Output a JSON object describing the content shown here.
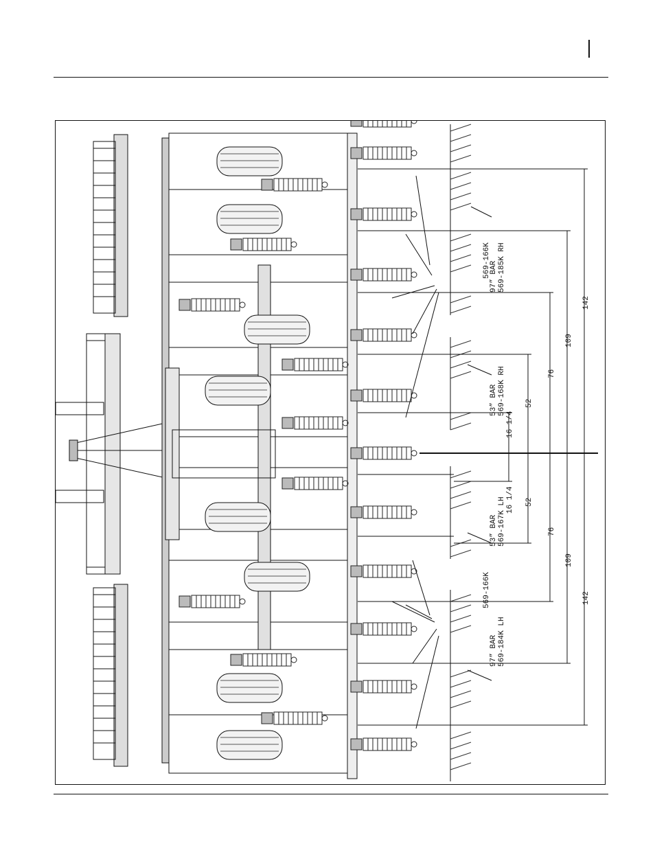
{
  "figure": {
    "labels": {
      "bar_97_rh": "97” BAR",
      "bar_97_rh_part": "569-185K RH",
      "bar_53_rh": "53” BAR",
      "bar_53_rh_part": "569-168K RH",
      "bar_53_lh": "53” BAR",
      "bar_53_lh_part": "569-167K LH",
      "bar_97_lh": "97” BAR",
      "bar_97_lh_part": "569-184K LH",
      "part_upper": "569-166K",
      "part_lower": "569-166K"
    },
    "dimensions": {
      "d142_top": "142",
      "d109_top": "109",
      "d76_top": "76",
      "d52_top": "52",
      "d16_top": "16 1/4",
      "d16_bottom": "16 1/4",
      "d52_bottom": "52",
      "d76_bottom": "76",
      "d109_bottom": "109",
      "d142_bottom": "142"
    }
  }
}
